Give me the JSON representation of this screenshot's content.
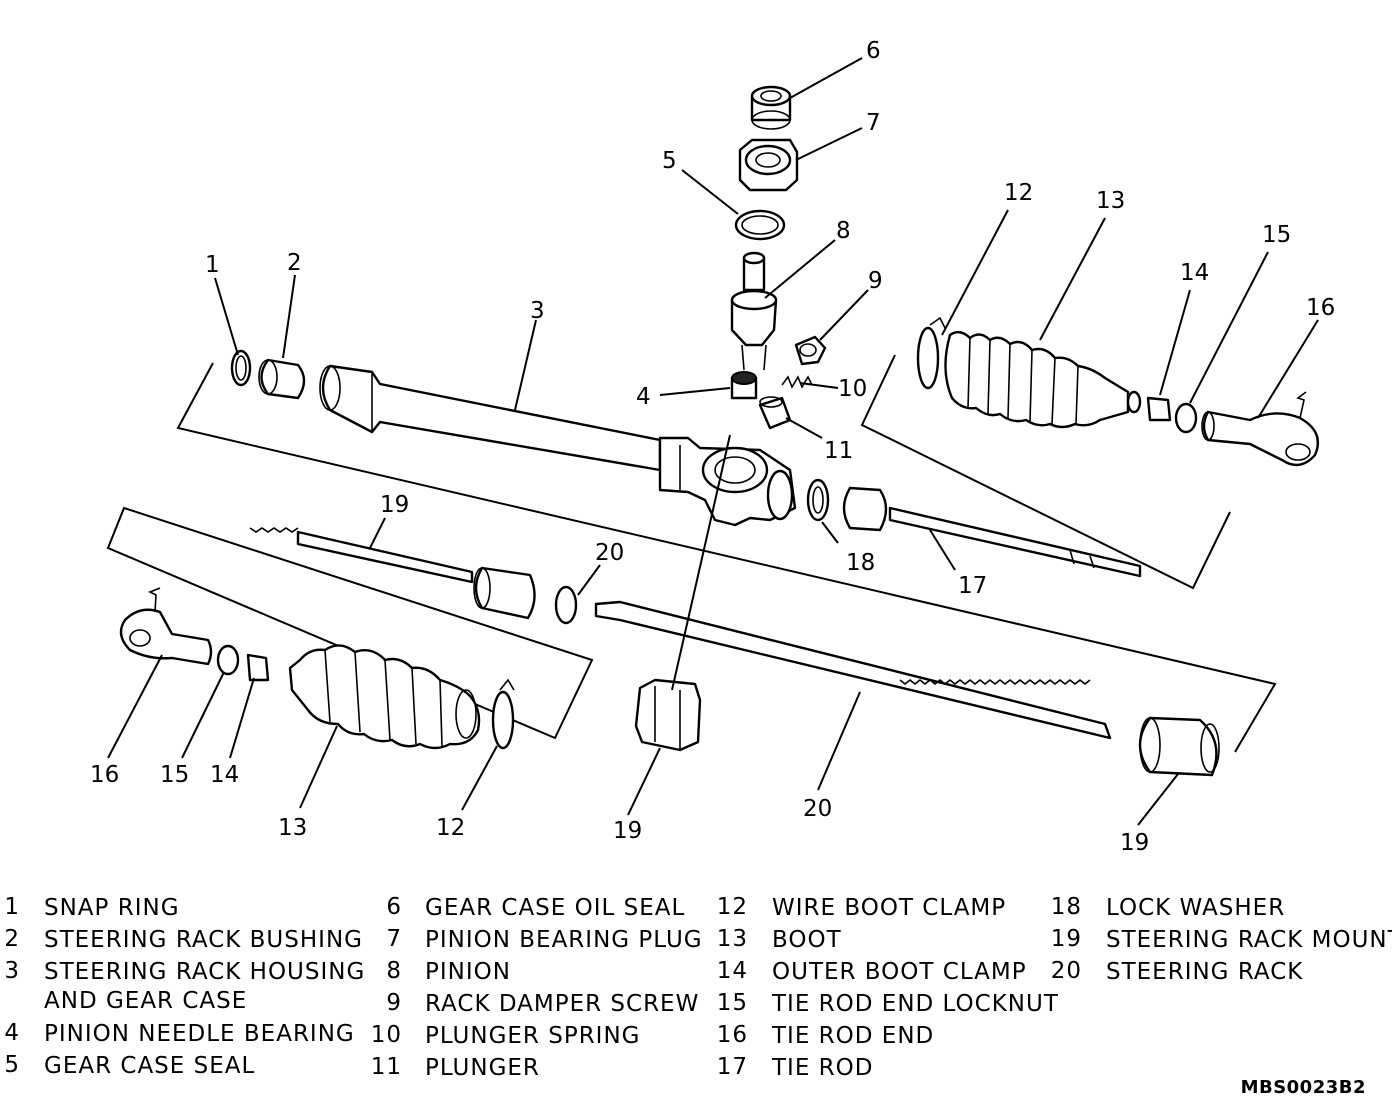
{
  "callouts": [
    "1",
    "2",
    "3",
    "4",
    "5",
    "6",
    "7",
    "8",
    "9",
    "10",
    "11",
    "12",
    "13",
    "14",
    "15",
    "16",
    "17",
    "18",
    "19",
    "20"
  ],
  "legend": [
    {
      "num": "1",
      "text": "SNAP RING"
    },
    {
      "num": "2",
      "text": "STEERING RACK BUSHING"
    },
    {
      "num": "3",
      "text": "STEERING RACK HOUSING",
      "text2": "AND GEAR CASE"
    },
    {
      "num": "4",
      "text": "PINION NEEDLE BEARING"
    },
    {
      "num": "5",
      "text": "GEAR CASE SEAL"
    },
    {
      "num": "6",
      "text": "GEAR CASE OIL SEAL"
    },
    {
      "num": "7",
      "text": "PINION BEARING PLUG"
    },
    {
      "num": "8",
      "text": "PINION"
    },
    {
      "num": "9",
      "text": "RACK DAMPER SCREW"
    },
    {
      "num": "10",
      "text": "PLUNGER SPRING"
    },
    {
      "num": "11",
      "text": "PLUNGER"
    },
    {
      "num": "12",
      "text": "WIRE BOOT CLAMP"
    },
    {
      "num": "13",
      "text": "BOOT"
    },
    {
      "num": "14",
      "text": "OUTER BOOT CLAMP"
    },
    {
      "num": "15",
      "text": "TIE ROD END LOCKNUT"
    },
    {
      "num": "16",
      "text": "TIE ROD END"
    },
    {
      "num": "17",
      "text": "TIE ROD"
    },
    {
      "num": "18",
      "text": "LOCK WASHER"
    },
    {
      "num": "19",
      "text": "STEERING RACK MOUNT"
    },
    {
      "num": "20",
      "text": "STEERING RACK"
    }
  ],
  "figure_code": "MBS0023B2"
}
